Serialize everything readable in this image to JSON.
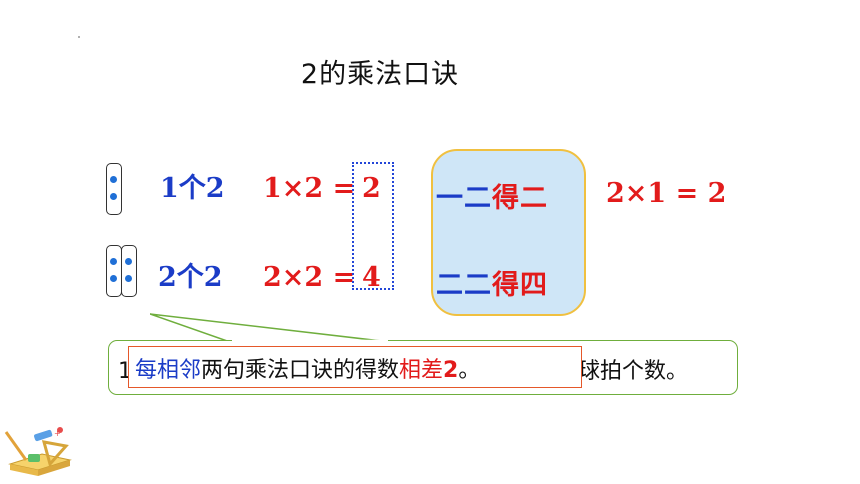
{
  "title": "2的乘法口诀",
  "rows": [
    {
      "count": "1个2",
      "equation_left": "1×2 = ",
      "product": "2",
      "rhyme_blue": "一二",
      "rhyme_red": "得二",
      "commute": "2×1 = 2"
    },
    {
      "count": "2个2",
      "equation_left": "2×2 = ",
      "product": "4",
      "rhyme_blue": "二二",
      "rhyme_red": "得四"
    }
  ],
  "bubble": {
    "hidden_prefix": "1",
    "hidden_suffix": "球拍个数。",
    "overlay_blue": "每相邻",
    "overlay_mid": "两句乘法口诀的得数",
    "overlay_red": "相差",
    "overlay_num": "2",
    "overlay_end": "。"
  },
  "colors": {
    "blue": "#1b3cc7",
    "red": "#e21b1b",
    "panel": "#cfe6f7",
    "panel_border": "#f0c040",
    "bubble_border": "#6fae3d",
    "overlay_border": "#e5582a"
  },
  "icons": [
    "stationery-book-icon"
  ]
}
